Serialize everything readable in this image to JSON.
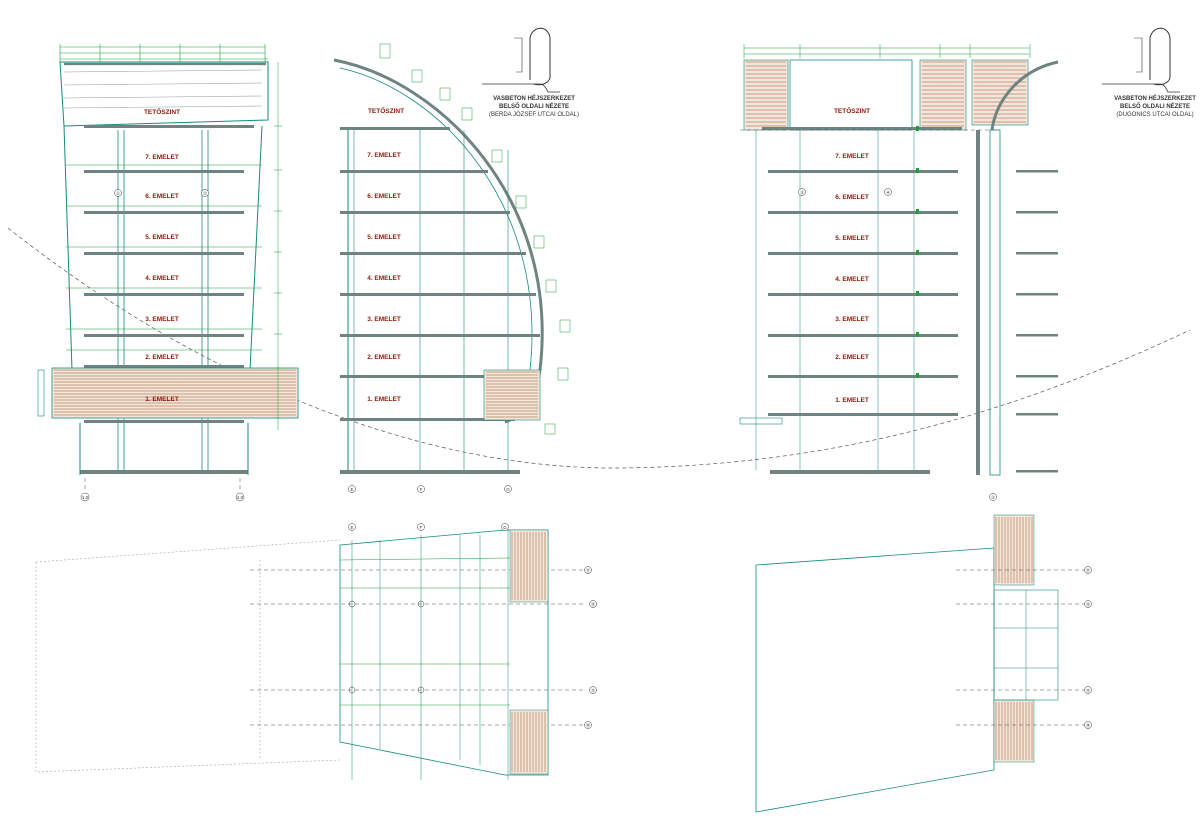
{
  "colors": {
    "dimension": "#1f9e3a",
    "structure": "#178a7a",
    "slab": "#6f8480",
    "floor_label": "#8b1a0a",
    "hatch": "#a0521e"
  },
  "elevation_left": {
    "floors": [
      "TETŐSZINT",
      "7. EMELET",
      "6. EMELET",
      "5. EMELET",
      "4. EMELET",
      "3. EMELET",
      "2. EMELET",
      "1. EMELET"
    ],
    "axes_top": [
      "①",
      "②"
    ],
    "axes_bottom": [
      "1,0",
      "2,0"
    ]
  },
  "elevation_middle": {
    "floors": [
      "TETŐSZINT",
      "7. EMELET",
      "6. EMELET",
      "5. EMELET",
      "4. EMELET",
      "3. EMELET",
      "2. EMELET",
      "1. EMELET"
    ],
    "axes_bottom": [
      "E",
      "F",
      "G"
    ]
  },
  "elevation_right": {
    "floors": [
      "TETŐSZINT",
      "7. EMELET",
      "6. EMELET",
      "5. EMELET",
      "4. EMELET",
      "3. EMELET",
      "2. EMELET",
      "1. EMELET"
    ],
    "axes_top": [
      "③",
      "④"
    ],
    "axes_bottom": [
      "③"
    ]
  },
  "key_left": {
    "line1": "VASBETON HÉJSZERKEZET",
    "line2": "BELSŐ OLDALI NÉZETE",
    "line3": "(BERDA JÓZSEF UTCAI OLDAL)"
  },
  "key_right": {
    "line1": "VASBETON HÉJSZERKEZET",
    "line2": "BELSŐ OLDALI NÉZETE",
    "line3": "(DUGONICS UTCAI OLDAL)"
  },
  "plan_middle": {
    "axes_top": [
      "E",
      "F",
      "G"
    ],
    "axes_right": [
      "⑪",
      "⑫",
      "⑬",
      "⑭"
    ]
  },
  "plan_right": {
    "axes_right": [
      "⑪",
      "⑫",
      "⑬",
      "⑭"
    ]
  }
}
